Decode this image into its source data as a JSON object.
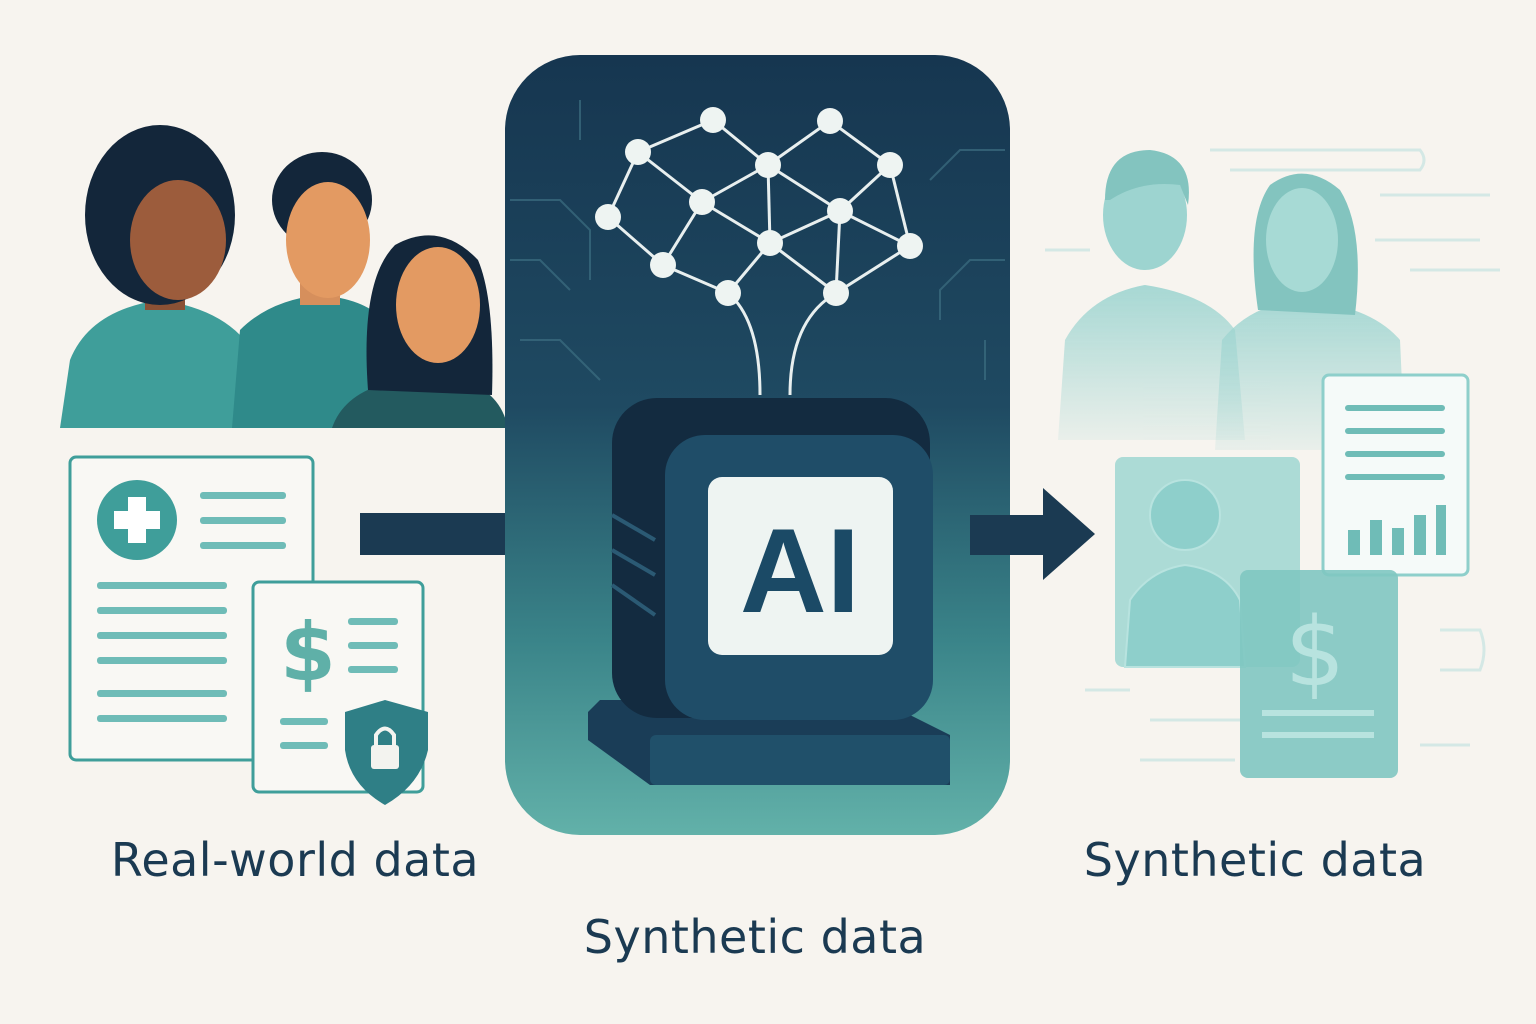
{
  "labels": {
    "real_world": "Real-world data",
    "center": "Synthetic data",
    "synthetic": "Synthetic data"
  },
  "ai_screen": {
    "text": "AI"
  },
  "documents": {
    "currency_symbol": "$"
  },
  "colors": {
    "background": "#f7f4ef",
    "navy": "#1b3a52",
    "teal": "#3f9e9a",
    "light_teal": "#8ecfcb",
    "screen": "#eef4f2"
  }
}
